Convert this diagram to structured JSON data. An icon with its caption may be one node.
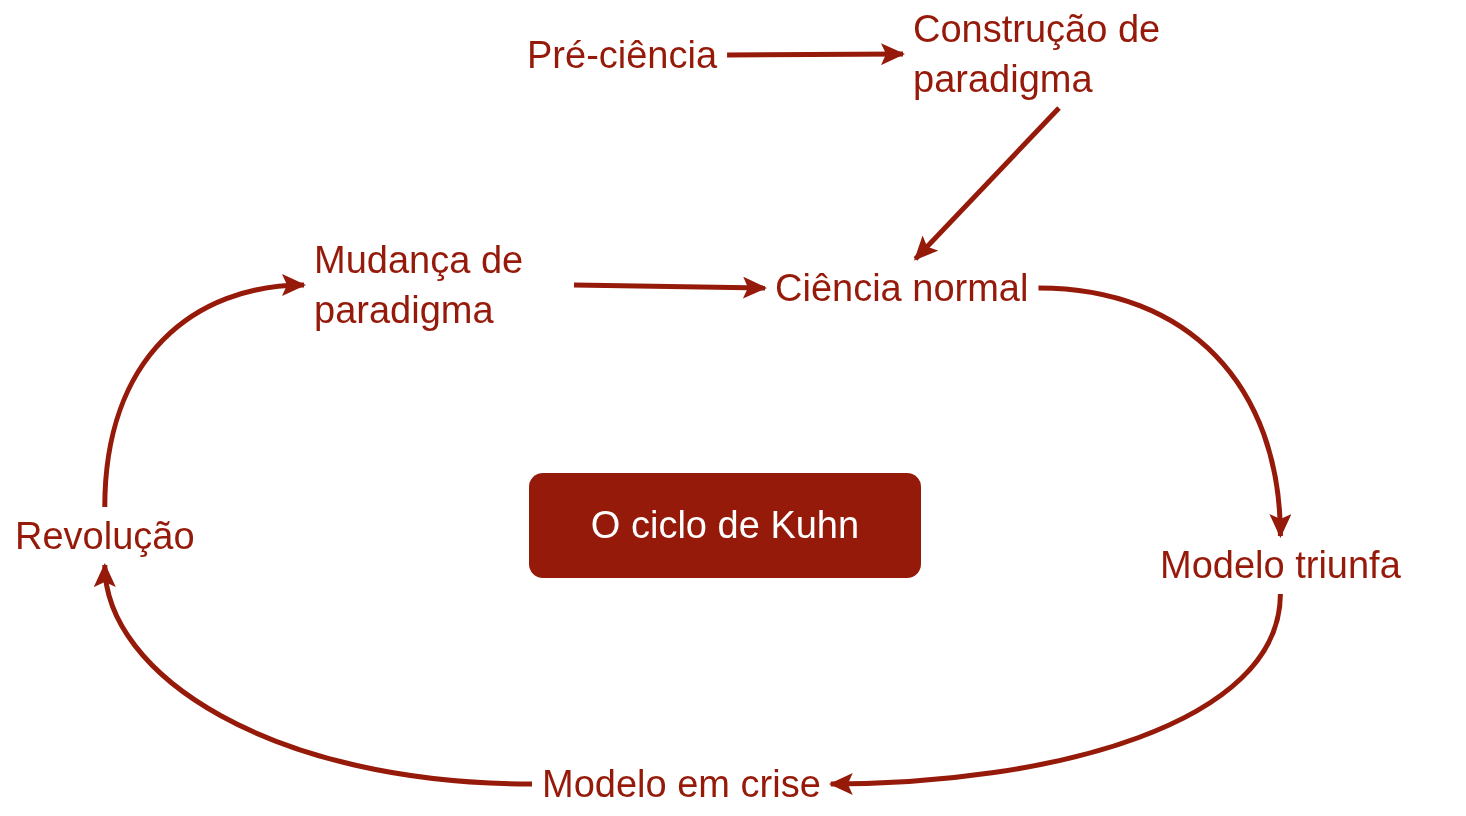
{
  "diagram": {
    "nodes": [
      {
        "text": [
          "Pré-ciência"
        ]
      },
      {
        "text": [
          "Construção de paradigma"
        ]
      },
      {
        "text": [
          "Mudança de paradigma"
        ]
      },
      {
        "text": [
          "Ciência normal"
        ]
      },
      {
        "text": [
          "O ciclo de Kuhn"
        ]
      },
      {
        "text": [
          "Revolução"
        ]
      },
      {
        "text": [
          "Modelo triunfa"
        ]
      },
      {
        "text": [
          "Modelo em crise"
        ]
      }
    ],
    "edges": [
      {
        "from": 0,
        "to": 1,
        "arrow": "to"
      },
      {
        "from": 1,
        "to": 3,
        "arrow": "to"
      },
      {
        "from": 2,
        "to": 3,
        "arrow": "to"
      },
      {
        "from": 3,
        "to": 6,
        "arrow": "to"
      },
      {
        "from": 6,
        "to": 7,
        "arrow": "to"
      },
      {
        "from": 7,
        "to": 5,
        "arrow": "to"
      },
      {
        "from": 5,
        "to": 2,
        "arrow": "to"
      }
    ]
  }
}
